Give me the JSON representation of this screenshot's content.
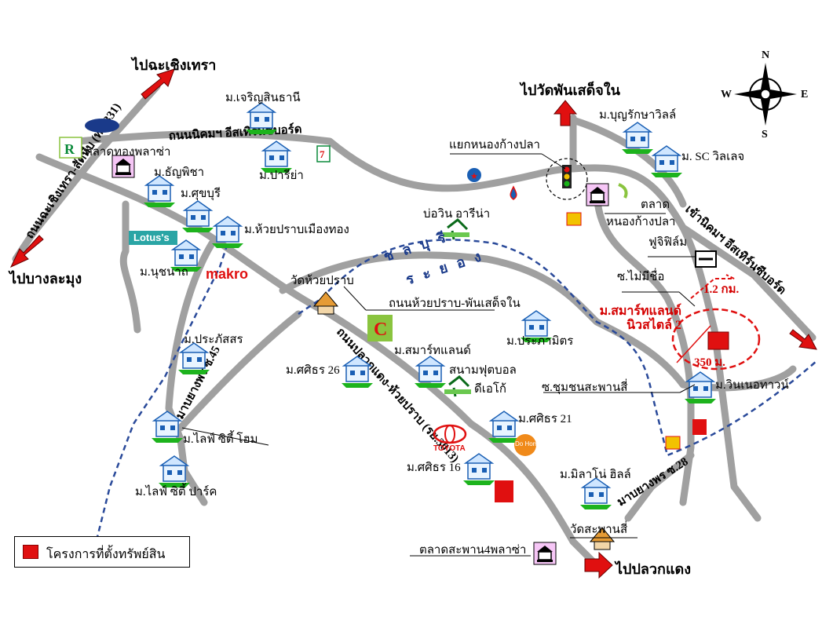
{
  "destinations": {
    "chachoengsao": "ไปฉะเชิงเทรา",
    "bang_lamung": "ไปบางละมุง",
    "wat_phan_sadet_nai": "ไปวัดพันเสด็จใน",
    "pluak_daeng": "ไปปลวกแดง"
  },
  "roads": {
    "eastern_industrial": "ถนนนิคมฯ อีสเทิร์นซีบอร์ด",
    "chachoengsao_sattahip": "ถนนฉะเชิงเทรา-สัตหีบ (ทล.331)",
    "eastern_seaboard_entrance": "เข้านิคมฯ อีสเทิร์นซีบอร์ด",
    "huai_prap_phan_sadet": "ถนนห้วยปราบ-พันเสด็จใน",
    "pluak_daeng_huai_prap": "ถนนปลวกแดง-ห้วยปราบ (รย.3013)",
    "maptaphut_45": "มาบยางพร ซ.45",
    "maptaphut_28": "มาบยางพร ซ.28"
  },
  "provinces": {
    "chonburi": "ช ล บุ รี",
    "rayong": "ร ะ ย อ ง"
  },
  "compass": {
    "n": "N",
    "s": "S",
    "e": "E",
    "w": "W"
  },
  "places": {
    "charoensinthani": "ม.เจริญสินธานี",
    "thalad_thong": "ตลาดทองพลาซ่า",
    "thanyaphicha": "ม.ธัญพิชา",
    "pariya": "ม.ปารีย่า",
    "sukhburi": "ม.ศุขบุรี",
    "huai_prap_mueang_thong": "ม.ห้วยปราบเมืองทอง",
    "lotus": "Lotus's",
    "nusanat": "ม.นุชนาถ",
    "makro": "makro",
    "wat_huai_prap": "วัดห้วยปราบ",
    "prapassorn": "ม.ประภัสสร",
    "sirin_26": "ม.ศศิธร 26",
    "smart_land": "ม.สมาร์ทแลนด์",
    "football_field": "สนามฟุตบอล",
    "d_o_kai": "ดีเอโก้",
    "sirin_21": "ม.ศศิธร 21",
    "sirin_16": "ม.ศศิธร 16",
    "toyota": "TOYOTA",
    "do_home": "Do Home",
    "life_city_home": "ม.ไลฟ์ ซิตี้ โฮม",
    "life_city_park": "ม.ไลฟ์ ซิตี้ ปาร์ค",
    "bowin_arena": "บ่อวิน อารีน่า",
    "nong_kang_pla_junction": "แยกหนองก้างปลา",
    "talad": "ตลาด",
    "nong_kang_pla": "หนองก้างปลา",
    "boonrak_villa": "ม.บุญรักษาวิลล์",
    "sc_village": "ม. SC วิลเลจ",
    "fujifilm": "ฟูจิฟิล์ม",
    "soi_mai_mi_chue": "ซ.ไม่มีชื่อ",
    "pramitr": "ม.ประภามิตร",
    "smart_land_newstyle": "ม.สมาร์ทแลนด์ นิวสไตล์ 2",
    "dist_1_2km": "1.2 กม.",
    "dist_350m": "350 ม.",
    "soi_chumchon": "ซ.ชุมชนสะพานสี่",
    "winner_town": "ม.วินเนอทาวน์",
    "milano_hills": "ม.มิลาโน่ ฮิลล์",
    "wat_saphan_si": "วัดสะพานสี่",
    "saphan_4_plaza": "ตลาดสะพาน4พลาซ่า"
  },
  "legend": {
    "label": "โครงการที่ตั้งทรัพย์สิน",
    "color": "#e01010"
  },
  "colors": {
    "road": "#a0a0a0",
    "boundary": "#2a4a9a",
    "marker": "#e01010",
    "arrow": "#e01010"
  }
}
